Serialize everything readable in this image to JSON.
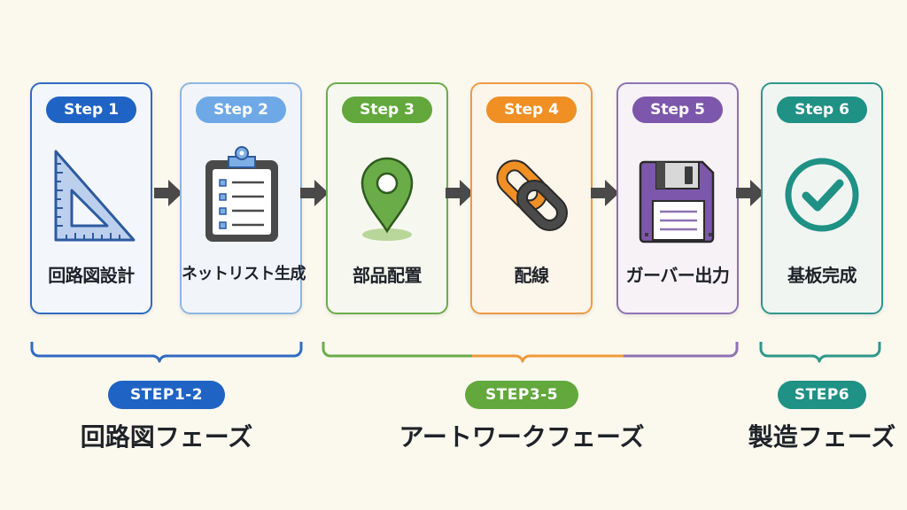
{
  "steps": [
    {
      "pill": "Step 1",
      "label": "回路図設計",
      "icon": "set-square-icon",
      "color": "#1f63c4",
      "border": "#2f6bc0",
      "bg": "#f3f6fb"
    },
    {
      "pill": "Step 2",
      "label": "ネットリスト生成",
      "icon": "clipboard-checklist-icon",
      "color": "#6fa8e6",
      "border": "#8db6e3",
      "bg": "#f1f5fa"
    },
    {
      "pill": "Step 3",
      "label": "部品配置",
      "icon": "location-pin-icon",
      "color": "#62a83c",
      "border": "#6aad48",
      "bg": "#f6f8f0"
    },
    {
      "pill": "Step 4",
      "label": "配線",
      "icon": "chain-link-icon",
      "color": "#ef8f24",
      "border": "#ee9a45",
      "bg": "#fcf5ea"
    },
    {
      "pill": "Step 5",
      "label": "ガーバー出力",
      "icon": "floppy-disk-icon",
      "color": "#7d57ab",
      "border": "#8f73b4",
      "bg": "#f6f2f6"
    },
    {
      "pill": "Step 6",
      "label": "基板完成",
      "icon": "checkmark-circle-icon",
      "color": "#1f9185",
      "border": "#2f978b",
      "bg": "#f1f5f2"
    }
  ],
  "phases": [
    {
      "pill": "STEP1-2",
      "title": "回路図フェーズ",
      "color": "#1f63c4"
    },
    {
      "pill": "STEP3-5",
      "title": "アートワークフェーズ",
      "color": "#62a83c"
    },
    {
      "pill": "STEP6",
      "title": "製造フェーズ",
      "color": "#1f9185"
    }
  ],
  "arrow_color": "#4a4a4a"
}
